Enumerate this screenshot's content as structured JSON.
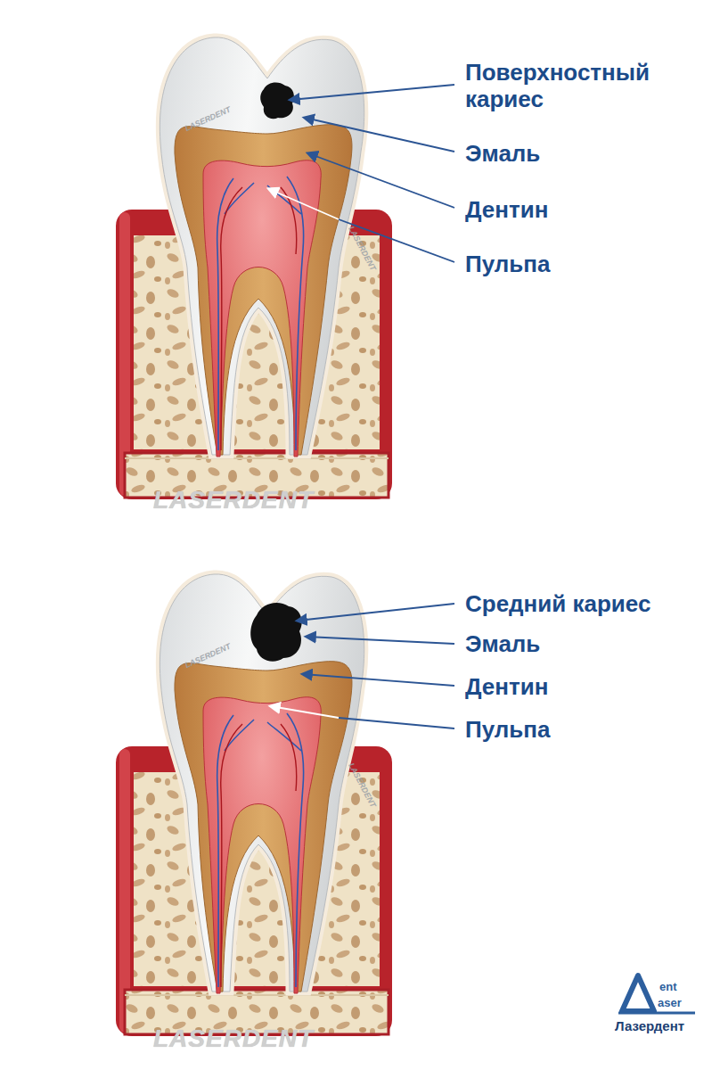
{
  "diagram": {
    "labels": [
      "Поверхностный кариес",
      "Эмаль",
      "Дентин",
      "Пульпа",
      "LASERDENT",
      "LASERDENT",
      "LASERDENT",
      "Средний кариес",
      "Эмаль",
      "Дентин",
      "Пульпа",
      "LASERDENT",
      "LASERDENT",
      "LASERDENT",
      "ent",
      "aser",
      "Лазердент"
    ]
  }
}
